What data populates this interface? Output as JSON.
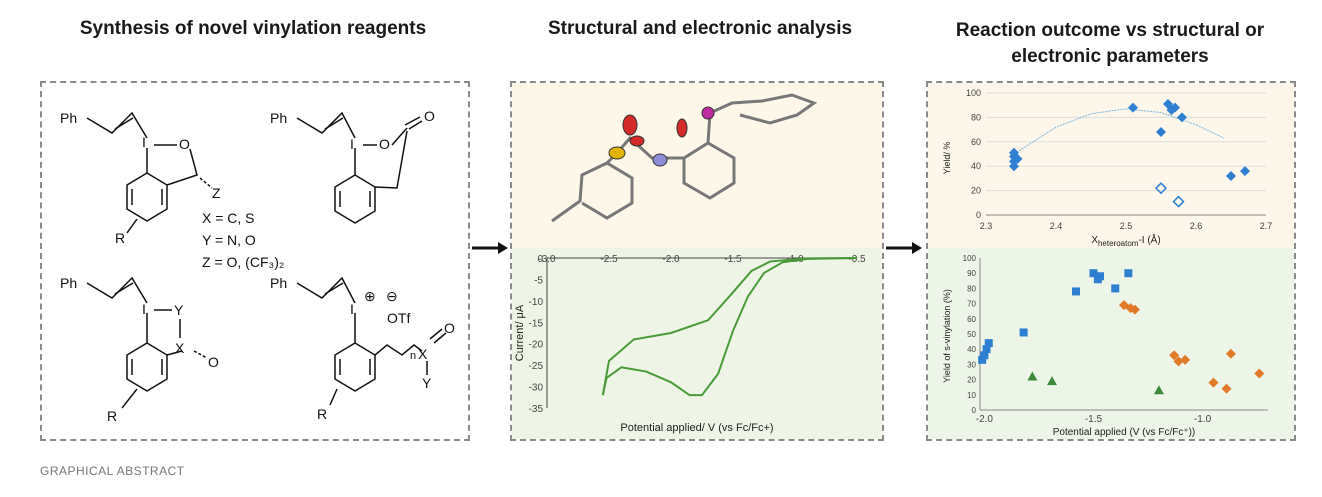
{
  "titles": {
    "left": "Synthesis of novel vinylation reagents",
    "middle": "Structural and electronic analysis",
    "right_line1": "Reaction outcome vs structural or",
    "right_line2": "electronic parameters"
  },
  "chemistry": {
    "ph": "Ph",
    "iodine": "I",
    "oxygen": "O",
    "z": "Z",
    "r": "R",
    "y": "Y",
    "x": "X",
    "x_def": "X = C, S",
    "y_def": "Y = N, O",
    "z_def": "Z = O, (CF₃)₂",
    "otf": "OTf",
    "n": "n",
    "plus": "⊕",
    "minus": "⊖"
  },
  "footer": "GRAPHICAL ABSTRACT",
  "colors": {
    "crystal_bg": "#fdf7e9",
    "cv_bg": "#eef5e6",
    "right_top_bg": "#fcf7ea",
    "right_bottom_bg": "#edf5e8",
    "cv_line": "#4a9a3a",
    "blue": "#2e7fd1",
    "orange": "#e07a28",
    "green": "#3f8a3a"
  },
  "chart_data": [
    {
      "type": "line",
      "xlabel": "Potential applied/ V (vs Fc/Fc+)",
      "ylabel": "Current/ μA",
      "xlim": [
        -3.0,
        -0.5
      ],
      "ylim": [
        -35,
        0
      ],
      "xticks": [
        "-3.0",
        "-2.5",
        "-2.0",
        "-1.5",
        "-1.0",
        "-0.5"
      ],
      "yticks": [
        "0",
        "-5",
        "-10",
        "-15",
        "-20",
        "-25",
        "-30",
        "-35"
      ],
      "series": [
        {
          "values": [
            [
              -2.55,
              -32
            ],
            [
              -2.52,
              -28
            ],
            [
              -2.4,
              -25.5
            ],
            [
              -2.2,
              -26.5
            ],
            [
              -2.0,
              -29
            ],
            [
              -1.85,
              -32
            ],
            [
              -1.75,
              -32
            ],
            [
              -1.62,
              -27
            ],
            [
              -1.5,
              -17
            ],
            [
              -1.38,
              -9
            ],
            [
              -1.25,
              -3.5
            ],
            [
              -1.1,
              -1
            ],
            [
              -0.9,
              -0.2
            ],
            [
              -0.5,
              0
            ]
          ]
        },
        {
          "values": [
            [
              -2.55,
              -32
            ],
            [
              -2.5,
              -24
            ],
            [
              -2.3,
              -19
            ],
            [
              -2.0,
              -17.5
            ],
            [
              -1.7,
              -14.5
            ],
            [
              -1.5,
              -8
            ],
            [
              -1.35,
              -3
            ],
            [
              -1.2,
              -0.8
            ],
            [
              -0.9,
              -0.1
            ],
            [
              -0.5,
              0
            ]
          ]
        }
      ]
    },
    {
      "type": "scatter",
      "xlabel": "X_heteroatom-I (Å)",
      "xlabel_main": "X",
      "xlabel_sub": "heteroatom",
      "xlabel_tail": "-I (Å)",
      "ylabel": "Yield/ %",
      "xlim": [
        2.3,
        2.7
      ],
      "ylim": [
        0,
        100
      ],
      "xticks": [
        "2.3",
        "2.4",
        "2.5",
        "2.6",
        "2.7"
      ],
      "yticks": [
        "0",
        "20",
        "40",
        "60",
        "80",
        "100"
      ],
      "series": [
        {
          "marker": "filled-diamond",
          "values": [
            [
              2.34,
              40
            ],
            [
              2.34,
              44
            ],
            [
              2.34,
              48
            ],
            [
              2.34,
              51
            ],
            [
              2.345,
              46
            ],
            [
              2.51,
              88
            ],
            [
              2.55,
              68
            ],
            [
              2.56,
              91
            ],
            [
              2.565,
              86
            ],
            [
              2.57,
              88
            ],
            [
              2.58,
              80
            ],
            [
              2.65,
              32
            ],
            [
              2.67,
              36
            ]
          ]
        },
        {
          "marker": "open-diamond",
          "values": [
            [
              2.55,
              22
            ],
            [
              2.575,
              11
            ]
          ]
        }
      ],
      "trendline": {
        "type": "quadratic",
        "values": [
          [
            2.34,
            50
          ],
          [
            2.4,
            72
          ],
          [
            2.45,
            83
          ],
          [
            2.5,
            87
          ],
          [
            2.55,
            84
          ],
          [
            2.6,
            74
          ],
          [
            2.64,
            63
          ]
        ]
      }
    },
    {
      "type": "scatter",
      "xlabel": "Potential applied (V (vs Fc/Fc⁺))",
      "ylabel": "Yield of s-vinylation (%)",
      "xlim": [
        -2.02,
        -0.7
      ],
      "ylim": [
        0,
        100
      ],
      "xticks": [
        "-2.0",
        "-1.5",
        "-1.0"
      ],
      "yticks": [
        "0",
        "10",
        "20",
        "30",
        "40",
        "50",
        "60",
        "70",
        "80",
        "90",
        "100"
      ],
      "series": [
        {
          "marker": "square",
          "color": "blue",
          "values": [
            [
              -2.01,
              33
            ],
            [
              -2.0,
              36
            ],
            [
              -1.99,
              40
            ],
            [
              -1.98,
              44
            ],
            [
              -1.82,
              51
            ],
            [
              -1.58,
              78
            ],
            [
              -1.5,
              90
            ],
            [
              -1.48,
              86
            ],
            [
              -1.47,
              88
            ],
            [
              -1.4,
              80
            ],
            [
              -1.34,
              90
            ]
          ]
        },
        {
          "marker": "triangle",
          "color": "green",
          "values": [
            [
              -1.78,
              22
            ],
            [
              -1.69,
              19
            ],
            [
              -1.2,
              13
            ]
          ]
        },
        {
          "marker": "diamond",
          "color": "orange",
          "values": [
            [
              -1.36,
              69
            ],
            [
              -1.33,
              67
            ],
            [
              -1.31,
              66
            ],
            [
              -1.13,
              36
            ],
            [
              -1.11,
              32
            ],
            [
              -1.08,
              33
            ],
            [
              -0.95,
              18
            ],
            [
              -0.89,
              14
            ],
            [
              -0.87,
              37
            ],
            [
              -0.74,
              24
            ]
          ]
        }
      ]
    }
  ]
}
